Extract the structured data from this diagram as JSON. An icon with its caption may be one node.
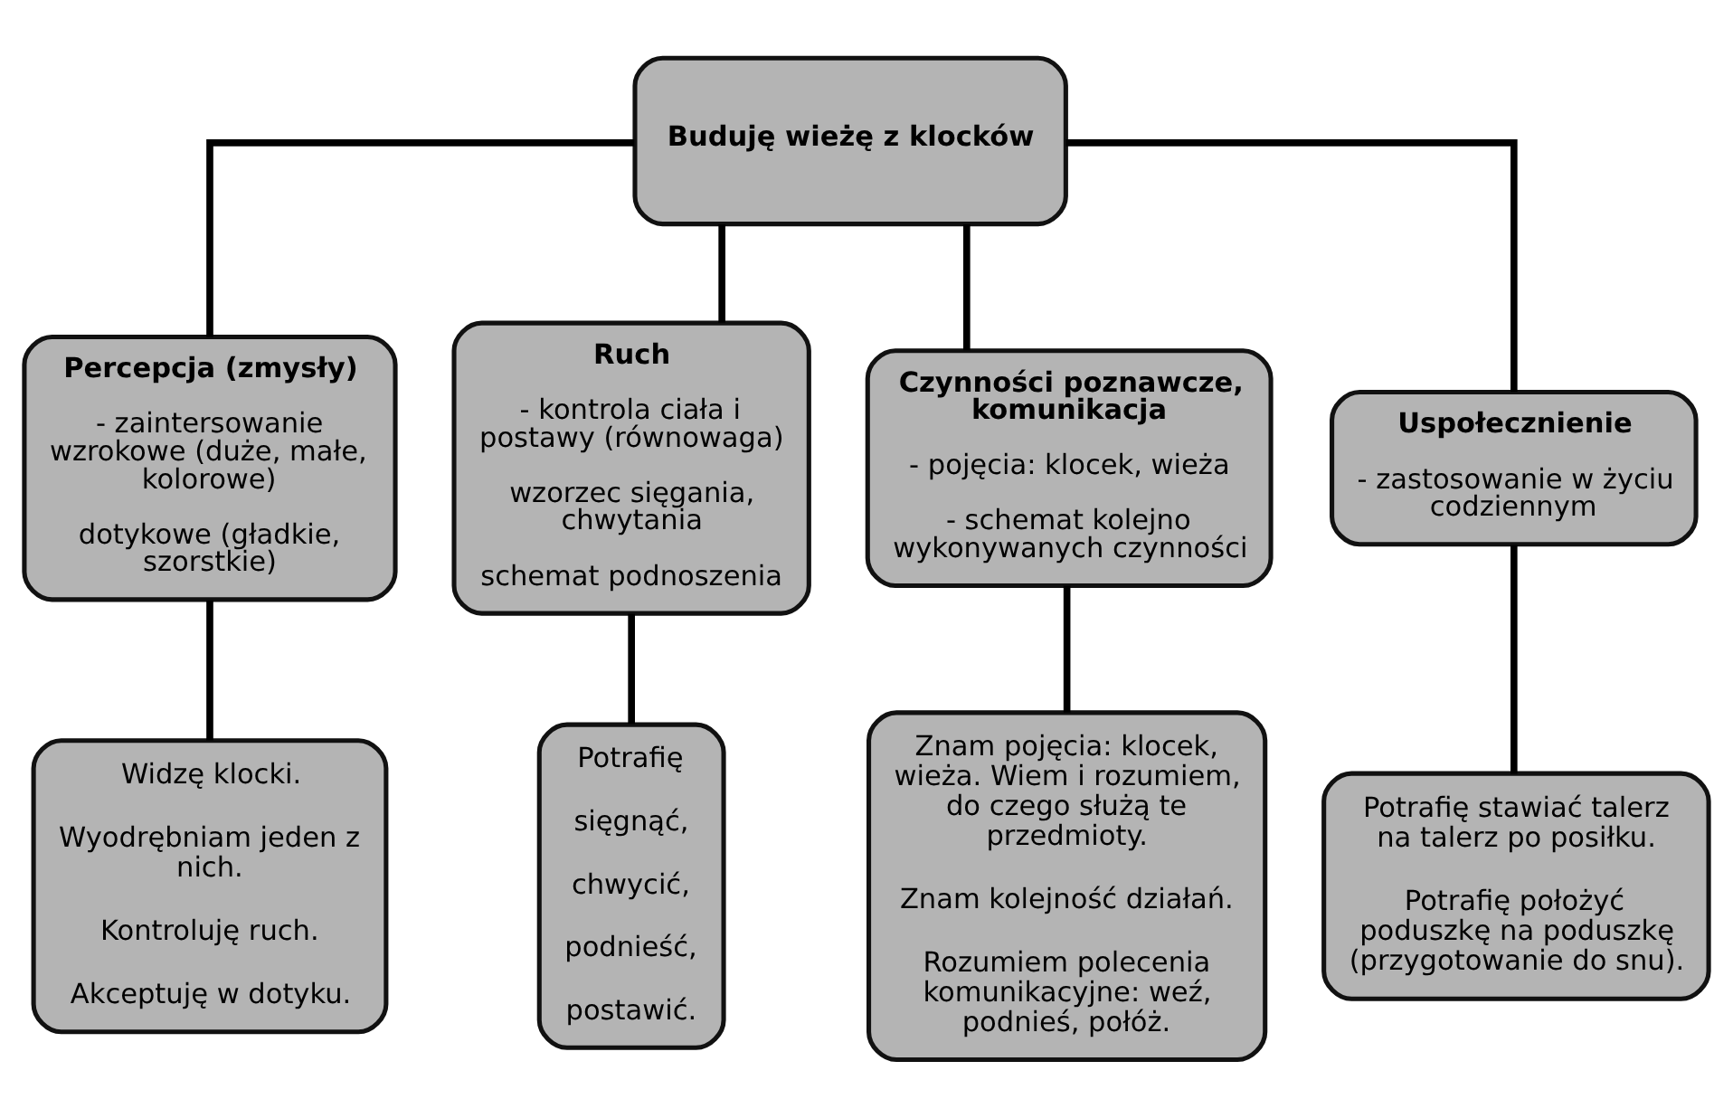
{
  "diagram": {
    "nodes": [
      {
        "text": [
          "Buduję wieżę z klocków"
        ]
      },
      {
        "text": [
          "Percepcja (zmysły)",
          "- zaintersowanie wzrokowe (duże, małe, kolorowe)",
          "dotykowe (gładkie, szorstkie)"
        ]
      },
      {
        "text": [
          "Ruch",
          "- kontrola ciała i postawy (równowaga)",
          "wzorzec sięgania, chwytania",
          "schemat podnoszenia"
        ]
      },
      {
        "text": [
          "Czynności poznawcze, komunikacja",
          "- pojęcia: klocek, wieża",
          "- schemat kolejno wykonywanych czynności"
        ]
      },
      {
        "text": [
          "Uspołecznienie",
          "- zastosowanie w życiu codziennym"
        ]
      },
      {
        "text": [
          "Widzę klocki.",
          "Wyodrębniam jeden z nich.",
          "Kontroluję ruch.",
          "Akceptuję w dotyku."
        ]
      },
      {
        "text": [
          "Potrafię",
          "sięgnąć,",
          "chwycić,",
          "podnieść,",
          "postawić."
        ]
      },
      {
        "text": [
          "Znam pojęcia: klocek, wieża. Wiem i rozumiem, do czego służą te przedmioty.",
          "Znam kolejność działań.",
          "Rozumiem polecenia komunikacyjne: weź, podnieś, połóż."
        ]
      },
      {
        "text": [
          "Potrafię stawiać talerz na talerz po posiłku.",
          "Potrafię położyć poduszkę na poduszkę (przygotowanie do snu)."
        ]
      }
    ],
    "edges": [
      {
        "from": 0,
        "to": 1,
        "arrow": "none"
      },
      {
        "from": 0,
        "to": 2,
        "arrow": "none"
      },
      {
        "from": 0,
        "to": 3,
        "arrow": "none"
      },
      {
        "from": 0,
        "to": 4,
        "arrow": "none"
      },
      {
        "from": 1,
        "to": 5,
        "arrow": "none"
      },
      {
        "from": 2,
        "to": 6,
        "arrow": "none"
      },
      {
        "from": 3,
        "to": 7,
        "arrow": "none"
      },
      {
        "from": 4,
        "to": 8,
        "arrow": "none"
      }
    ]
  }
}
